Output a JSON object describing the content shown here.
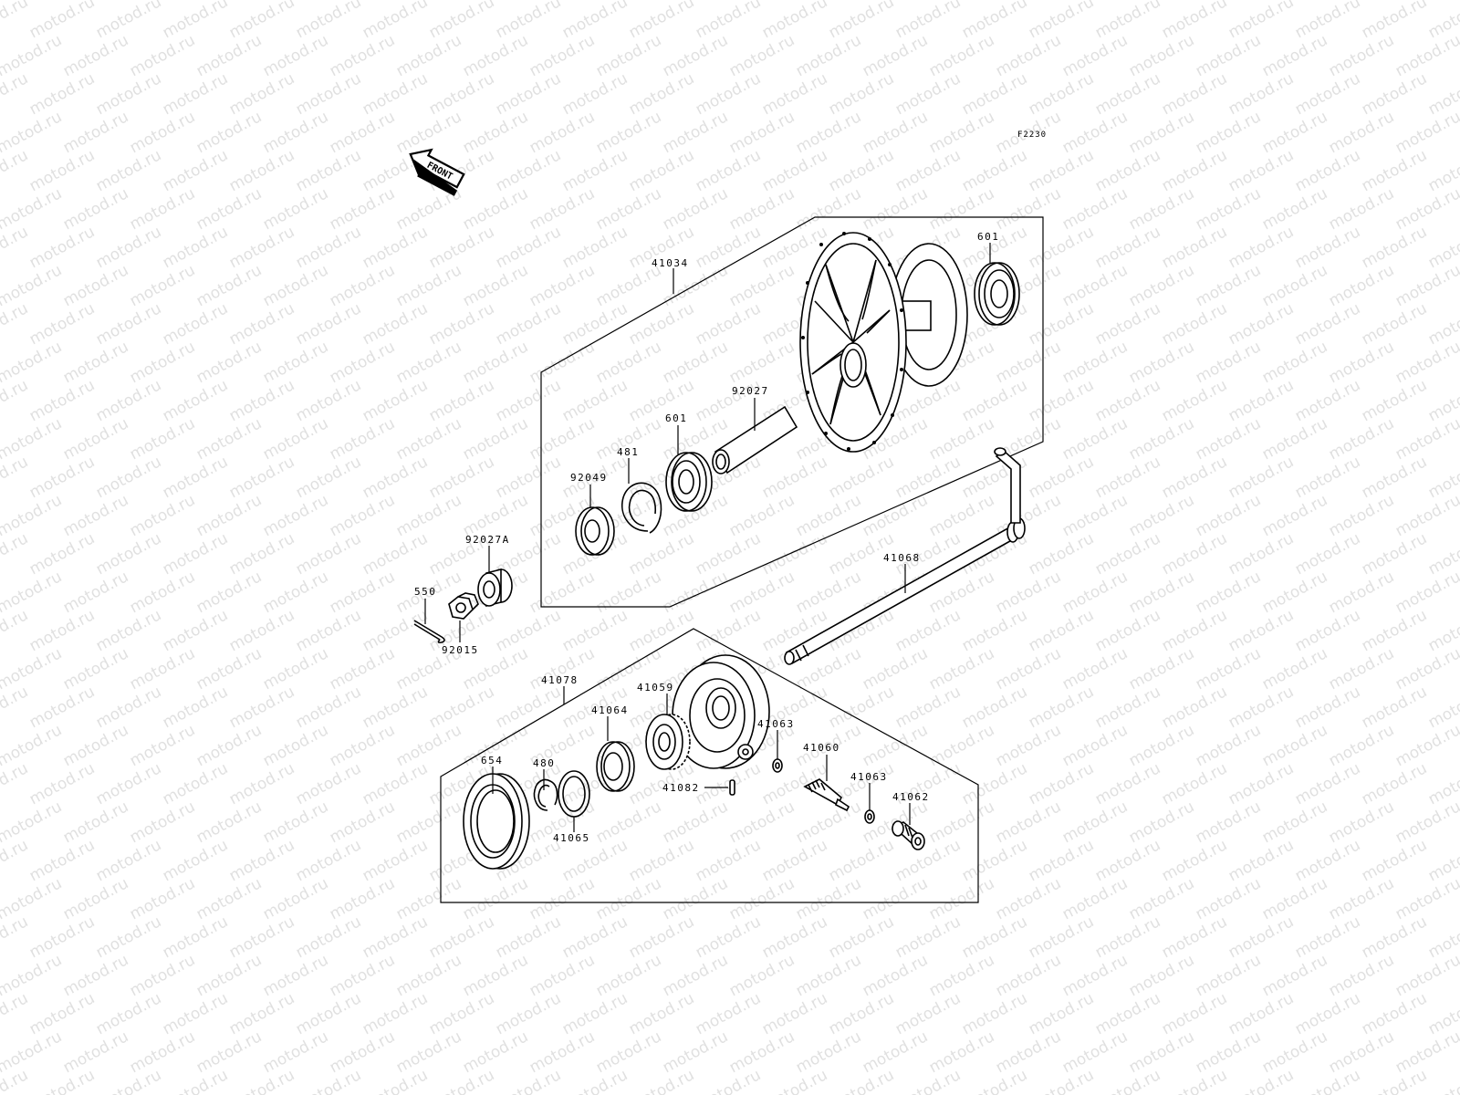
{
  "diagram": {
    "code": "F2230",
    "front_label": "FRONT",
    "watermark": "motod.ru",
    "labels": {
      "hub_assy": "41034",
      "bearing_right": "601",
      "spacer": "92027",
      "bearing_left": "601",
      "circlip_481": "481",
      "seal_92049": "92049",
      "collar_92027A": "92027A",
      "cotter_pin": "550",
      "nut": "92015",
      "axle": "41068",
      "gear_assy": "41078",
      "gear_41059": "41059",
      "plate_41064": "41064",
      "washer_41063_a": "41063",
      "pinion_41060": "41060",
      "washer_41063_b": "41063",
      "bushing_41062": "41062",
      "pin_41082": "41082",
      "seal_654": "654",
      "circlip_480": "480",
      "ring_41065": "41065"
    }
  }
}
